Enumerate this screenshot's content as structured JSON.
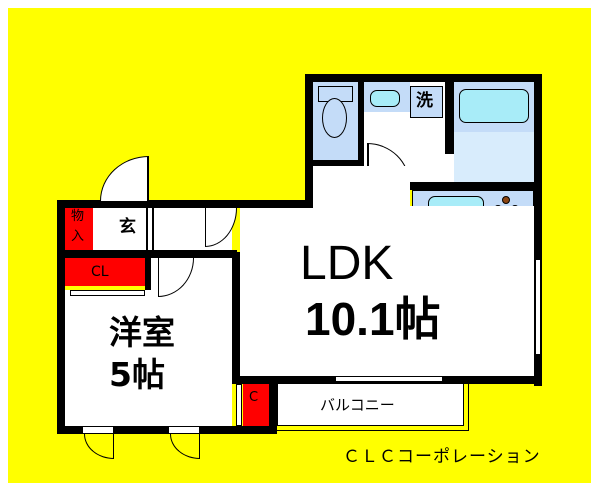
{
  "floor_plan": {
    "rooms": {
      "ldk": {
        "name": "LDK",
        "size": "10.1帖"
      },
      "western_room": {
        "name": "洋室",
        "size": "5帖"
      },
      "entrance": {
        "label": "玄"
      },
      "storage": {
        "label_line1": "物",
        "label_line2": "入"
      },
      "closet_western": {
        "label": "CL"
      },
      "closet_small": {
        "label": "C"
      },
      "balcony": {
        "label": "バルコニー"
      },
      "laundry": {
        "label": "洗"
      }
    },
    "company": "ＣＬＣコーポレーション",
    "colors": {
      "background": "#ffff00",
      "storage": "#ff0000",
      "wet_area": "#c4dcf8",
      "fixture": "#a8ecf8",
      "wall": "#000000",
      "stove": "#8b4513"
    }
  }
}
